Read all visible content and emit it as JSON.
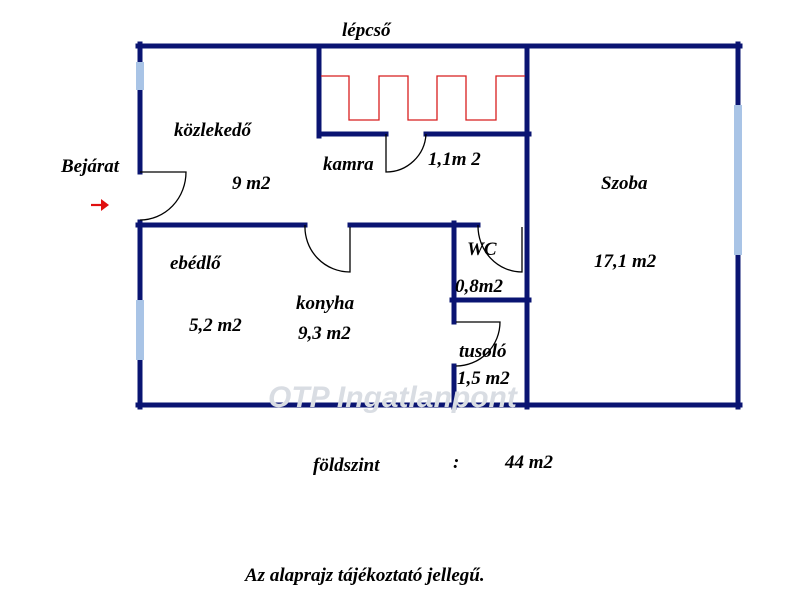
{
  "colors": {
    "wall": "#0a1472",
    "window": "#a9c4e6",
    "stairs": "#d81e1e",
    "entry_arrow": "#e01010",
    "text": "#000000"
  },
  "icons": {
    "entry": "arrow-right-icon"
  },
  "rooms": {
    "lepcso": {
      "name": "lépcső"
    },
    "kozlekedo": {
      "name": "közlekedő",
      "area": "9 m2"
    },
    "kamra": {
      "name": "kamra",
      "area": "1,1m 2"
    },
    "szoba": {
      "name": "Szoba",
      "area": "17,1 m2"
    },
    "ebedlo": {
      "name": "ebédlő",
      "area": "5,2 m2"
    },
    "konyha": {
      "name": "konyha",
      "area": "9,3 m2"
    },
    "wc": {
      "name": "WC",
      "area": "0,8m2"
    },
    "tusolo": {
      "name": "tusoló",
      "area": "1,5 m2"
    }
  },
  "entrance": {
    "label": "Bejárat"
  },
  "summary": {
    "level": "földszint",
    "separator": ":",
    "total": "44 m2"
  },
  "watermark": "OTP Ingatlanpont",
  "disclaimer": "Az alaprajz tájékoztató jellegű."
}
